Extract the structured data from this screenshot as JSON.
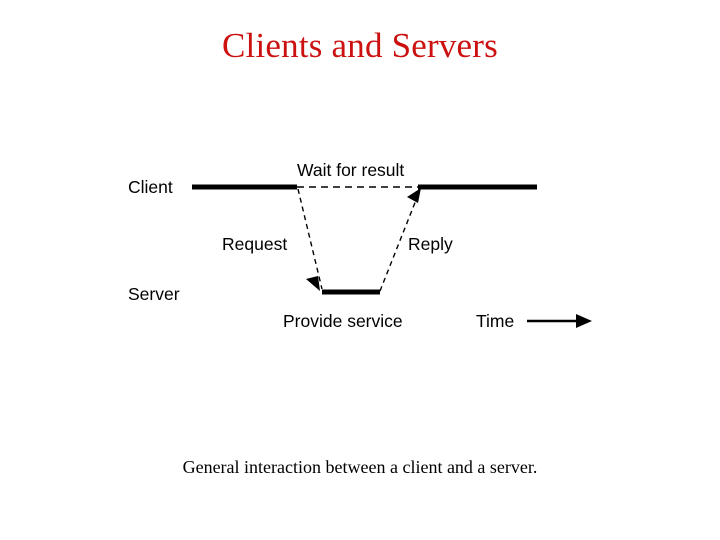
{
  "slide": {
    "title": "Clients and Servers",
    "title_color": "#cc1111",
    "background_color": "#ffffff",
    "caption": "General interaction between a client and a server."
  },
  "diagram": {
    "type": "sequence-timing-diagram",
    "line_color": "#000000",
    "actors": [
      {
        "key": "client",
        "label": "Client"
      },
      {
        "key": "server",
        "label": "Server"
      }
    ],
    "interval_labels": [
      {
        "key": "wait",
        "label": "Wait for result",
        "actor": "client"
      },
      {
        "key": "provide",
        "label": "Provide service",
        "actor": "server"
      }
    ],
    "messages": [
      {
        "key": "request",
        "label": "Request",
        "from": "client",
        "to": "server",
        "style": "dashed"
      },
      {
        "key": "reply",
        "label": "Reply",
        "from": "server",
        "to": "client",
        "style": "dashed"
      }
    ],
    "axis": {
      "label": "Time",
      "direction": "left-to-right"
    }
  }
}
